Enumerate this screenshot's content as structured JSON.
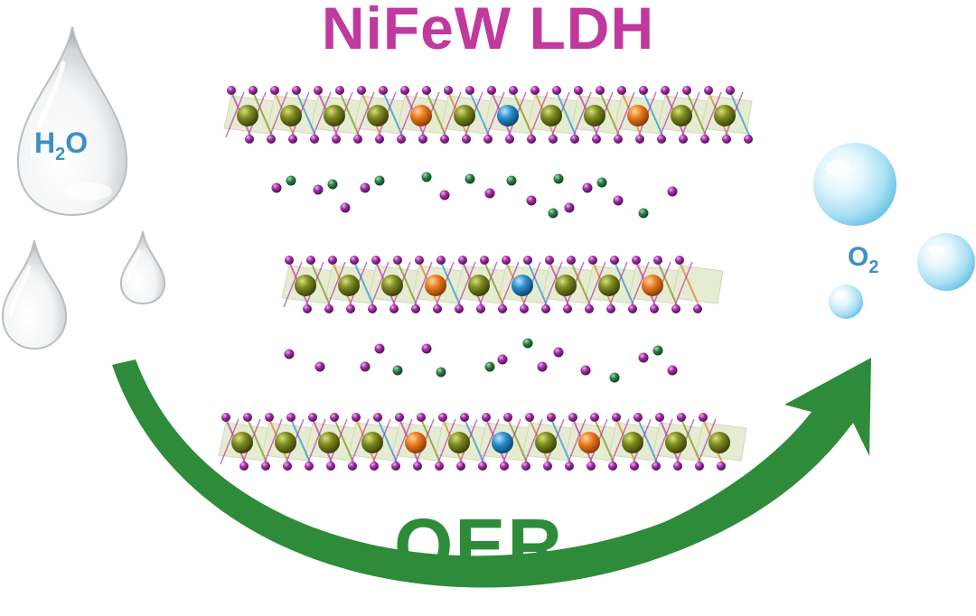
{
  "title": "NiFeW LDH",
  "reactant": {
    "main": "H",
    "sub": "2",
    "tail": "O"
  },
  "product": {
    "main": "O",
    "sub": "2"
  },
  "process_label": "OER",
  "colors": {
    "title": "#c0399e",
    "arrow": "#2e8b3a",
    "molecule_text": "#3c8fc8",
    "ni_atom": "#6b7a1e",
    "fe_atom": "#e07a22",
    "w_atom": "#2f8fc6",
    "oxygen_atom": "#9c2fa0",
    "interlayer_green": "#2e7d46",
    "bubble": "#bfe6f6"
  }
}
